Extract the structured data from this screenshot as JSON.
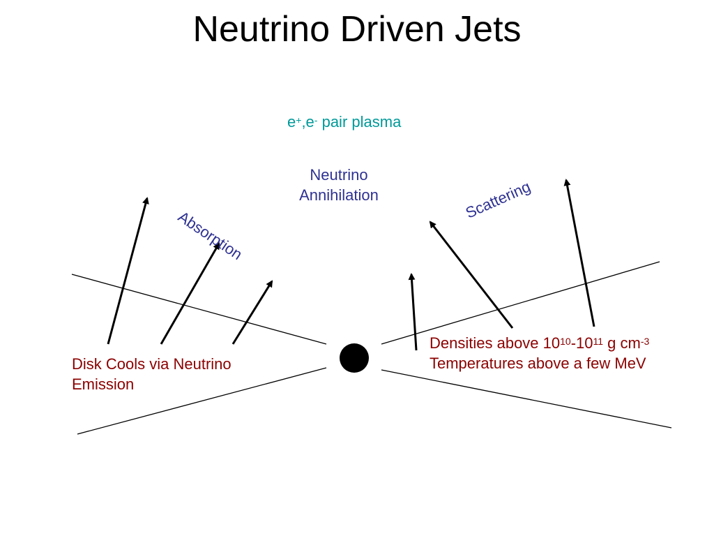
{
  "title": "Neutrino Driven Jets",
  "colors": {
    "dark_red": "#8b0000",
    "navy": "#2e3192",
    "teal": "#009999",
    "black": "#000000"
  },
  "labels": {
    "plasma": {
      "e1": "e",
      "sup1": "+",
      "sep": ",e",
      "sup2": "-",
      "rest": " pair plasma"
    },
    "annihilation": {
      "line1": "Neutrino",
      "line2": "Annihilation"
    },
    "absorption": "Absorption",
    "scattering": "Scattering",
    "disk_cools": {
      "line1": "Disk Cools via Neutrino",
      "line2": "Emission"
    },
    "densities": {
      "pre": "Densities above 10",
      "exp1": "10",
      "mid": "-10",
      "exp2": "11",
      "unit": " g cm",
      "exp3": "-3",
      "line2": "Temperatures above a few MeV"
    }
  }
}
